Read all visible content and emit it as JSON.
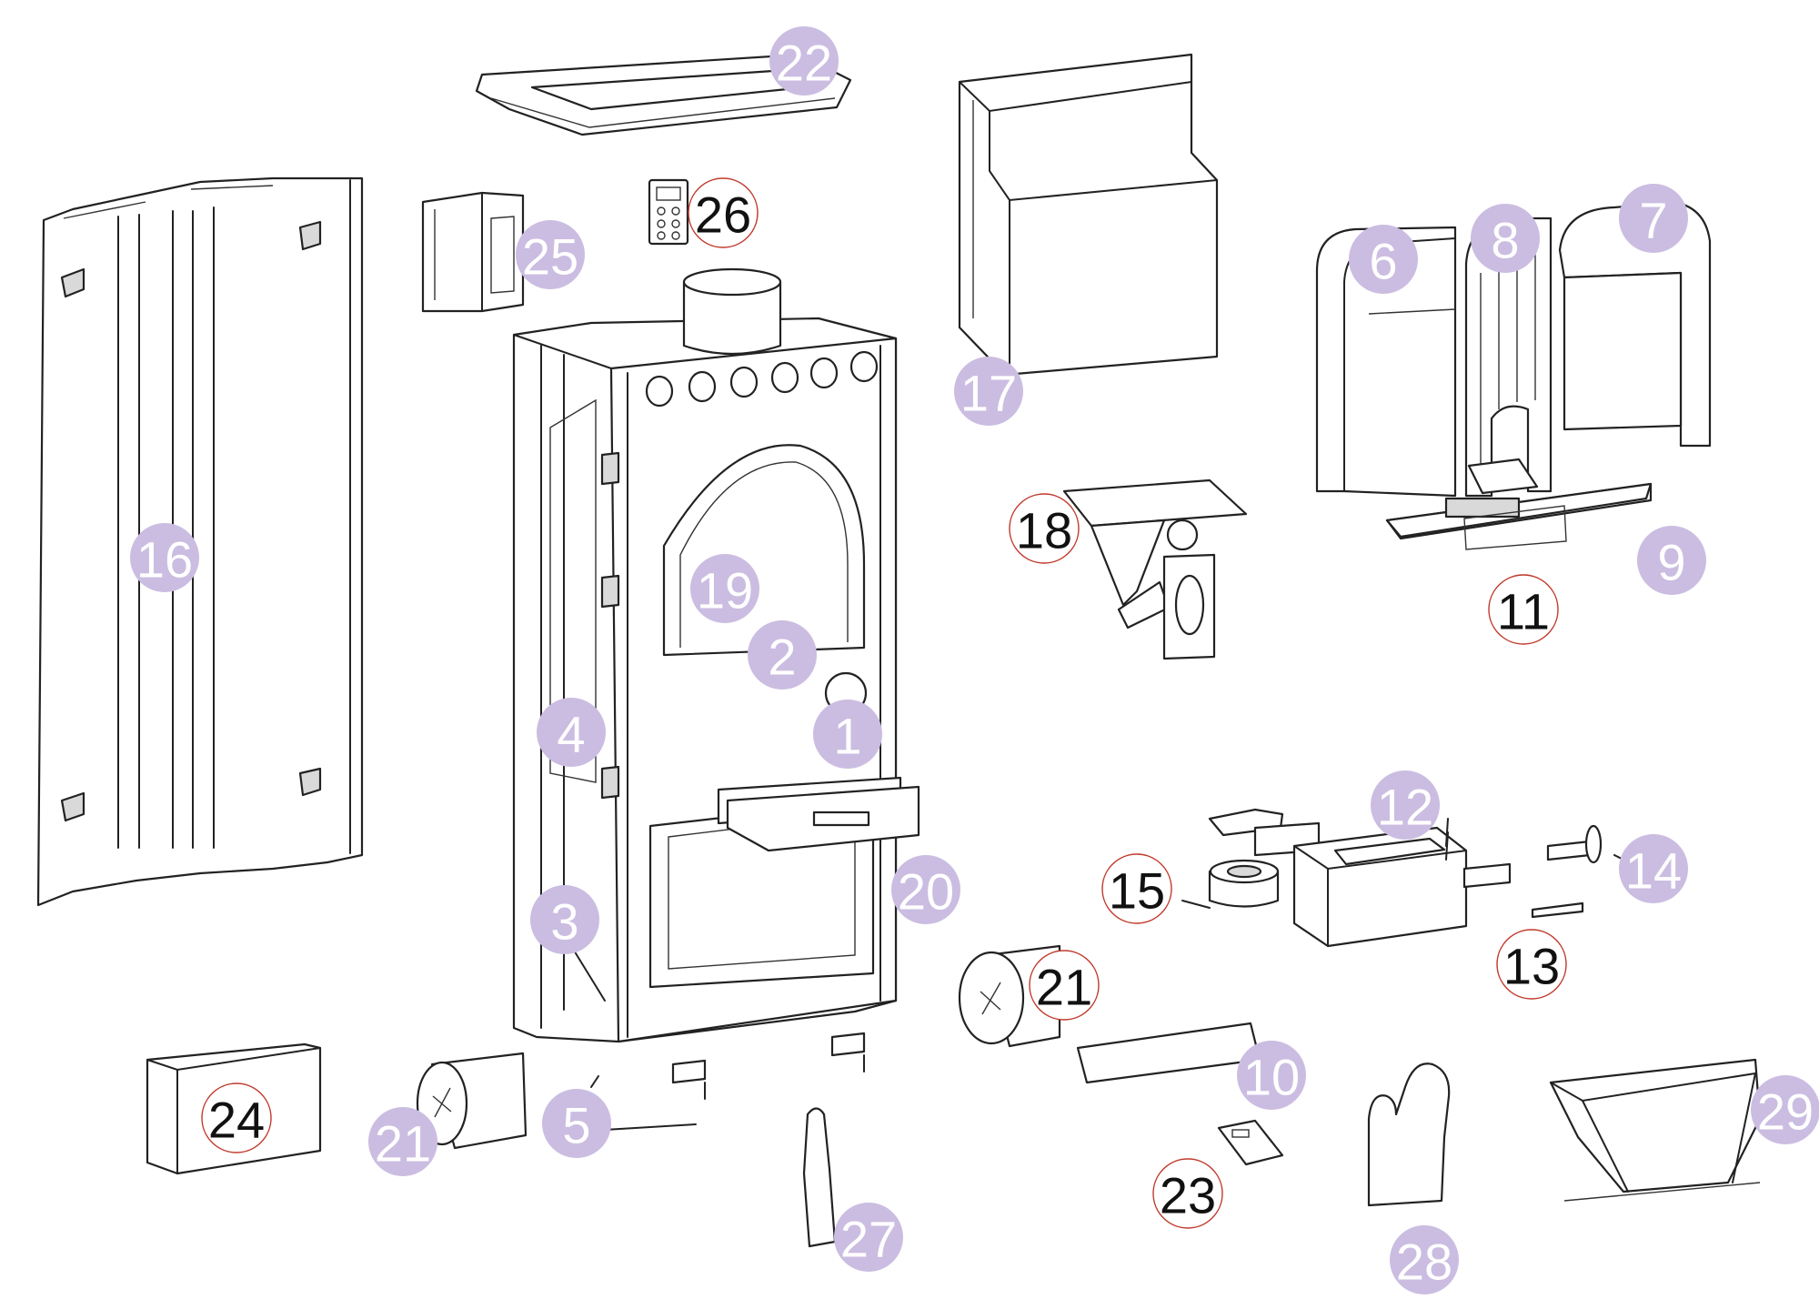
{
  "callouts": [
    {
      "label": "1",
      "style": "filled"
    },
    {
      "label": "2",
      "style": "filled"
    },
    {
      "label": "3",
      "style": "filled"
    },
    {
      "label": "4",
      "style": "filled"
    },
    {
      "label": "5",
      "style": "filled"
    },
    {
      "label": "6",
      "style": "filled"
    },
    {
      "label": "7",
      "style": "filled"
    },
    {
      "label": "8",
      "style": "filled"
    },
    {
      "label": "9",
      "style": "filled"
    },
    {
      "label": "10",
      "style": "filled"
    },
    {
      "label": "11",
      "style": "ring"
    },
    {
      "label": "12",
      "style": "filled"
    },
    {
      "label": "13",
      "style": "ring"
    },
    {
      "label": "14",
      "style": "filled"
    },
    {
      "label": "15",
      "style": "ring"
    },
    {
      "label": "16",
      "style": "filled"
    },
    {
      "label": "17",
      "style": "filled"
    },
    {
      "label": "18",
      "style": "ring"
    },
    {
      "label": "19",
      "style": "filled"
    },
    {
      "label": "20",
      "style": "filled"
    },
    {
      "label": "21",
      "style": "filled"
    },
    {
      "label": "21",
      "style": "ring"
    },
    {
      "label": "22",
      "style": "filled"
    },
    {
      "label": "23",
      "style": "ring"
    },
    {
      "label": "24",
      "style": "ring"
    },
    {
      "label": "25",
      "style": "filled"
    },
    {
      "label": "26",
      "style": "ring"
    },
    {
      "label": "27",
      "style": "filled"
    },
    {
      "label": "28",
      "style": "filled"
    },
    {
      "label": "29",
      "style": "filled"
    }
  ],
  "colors": {
    "badge_fill": "#cbbde1",
    "badge_ring": "#c0392b",
    "line": "#222222"
  }
}
